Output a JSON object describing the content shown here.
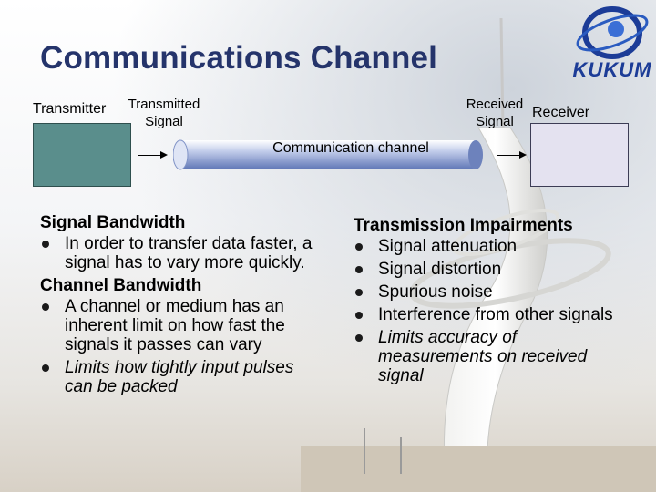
{
  "slide": {
    "title": "Communications Channel",
    "logo_text": "KUKUM"
  },
  "diagram": {
    "transmitter": "Transmitter",
    "transmitted_signal": [
      "Transmitted",
      "Signal"
    ],
    "received_signal": [
      "Received",
      "Signal"
    ],
    "receiver": "Receiver",
    "channel_label": "Communication channel",
    "colors": {
      "transmitter_box": "#5a8e8c",
      "receiver_box": "#e4e2f0",
      "channel": "#6d82bc"
    }
  },
  "left_column": {
    "heading1": "Signal Bandwidth",
    "items1": [
      "In order to transfer data faster, a signal has to vary more quickly."
    ],
    "heading2": "Channel Bandwidth",
    "items2": [
      "A channel or medium has an inherent limit on how fast the signals it passes can vary",
      "Limits how tightly input pulses can be packed"
    ]
  },
  "right_column": {
    "heading": "Transmission Impairments",
    "items": [
      "Signal attenuation",
      "Signal distortion",
      "Spurious noise",
      "Interference from other signals",
      "Limits accuracy of measurements on received signal"
    ]
  },
  "title_color": "#25346b"
}
